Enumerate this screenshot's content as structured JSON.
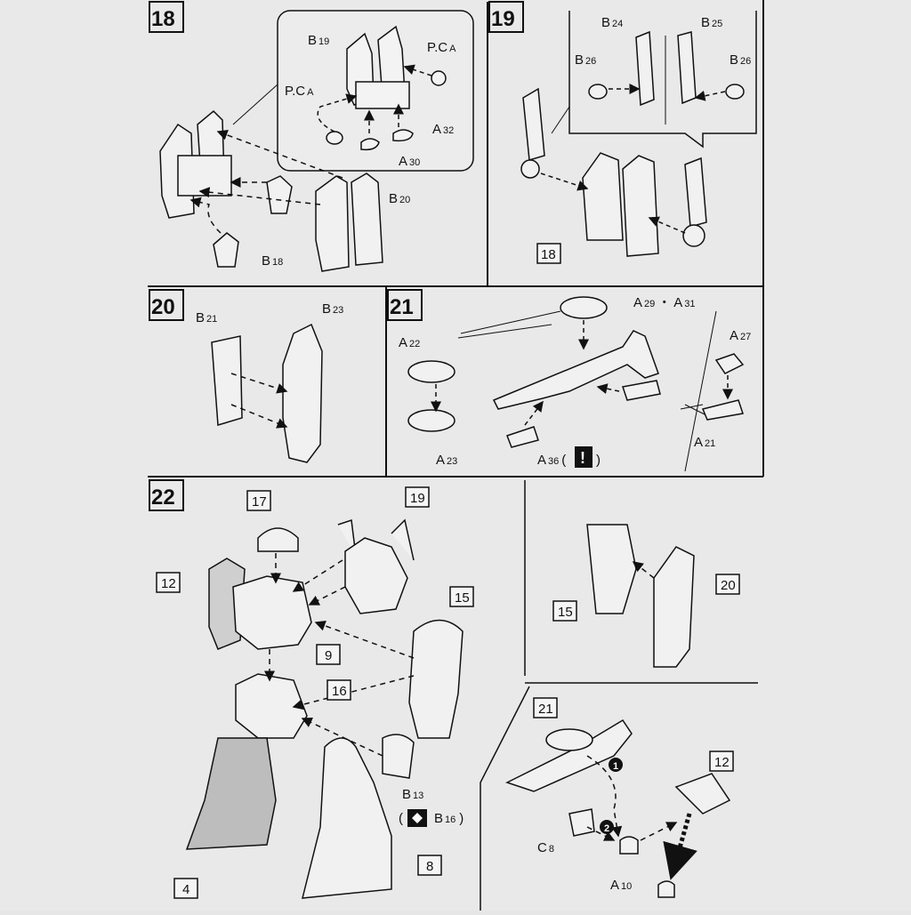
{
  "steps": {
    "s18": {
      "number": "18",
      "labels": {
        "b19": "B",
        "b19n": "19",
        "pca_top": "P.C",
        "pca_top_n": "A",
        "pca_left": "P.C",
        "pca_left_n": "A",
        "a32": "A",
        "a32n": "32",
        "a30": "A",
        "a30n": "30",
        "b20": "B",
        "b20n": "20",
        "b18": "B",
        "b18n": "18"
      }
    },
    "s19": {
      "number": "19",
      "labels": {
        "b24": "B",
        "b24n": "24",
        "b25": "B",
        "b25n": "25",
        "b26a": "B",
        "b26an": "26",
        "b26b": "B",
        "b26bn": "26",
        "ref18": "18"
      }
    },
    "s20": {
      "number": "20",
      "labels": {
        "b21": "B",
        "b21n": "21",
        "b23": "B",
        "b23n": "23"
      }
    },
    "s21": {
      "number": "21",
      "labels": {
        "a22": "A",
        "a22n": "22",
        "a23": "A",
        "a23n": "23",
        "a29": "A",
        "a29n": "29",
        "dot": "・",
        "a31": "A",
        "a31n": "31",
        "a27": "A",
        "a27n": "27",
        "a21": "A",
        "a21n": "21",
        "a36": "A",
        "a36n": "36",
        "open": "(",
        "close": ")",
        "warn": "!"
      }
    },
    "s22": {
      "number": "22",
      "labels": {
        "r17": "17",
        "r19": "19",
        "r12": "12",
        "r15": "15",
        "r9": "9",
        "r16": "16",
        "r4": "4",
        "r8": "8",
        "b13": "B",
        "b13n": "13",
        "open": "(",
        "b16": "B",
        "b16n": "16",
        "close": ")",
        "r15b": "15",
        "r20": "20",
        "r21": "21",
        "r12b": "12",
        "c8": "C",
        "c8n": "8",
        "a10": "A",
        "a10n": "10",
        "o1": "1",
        "o2": "2"
      }
    }
  }
}
